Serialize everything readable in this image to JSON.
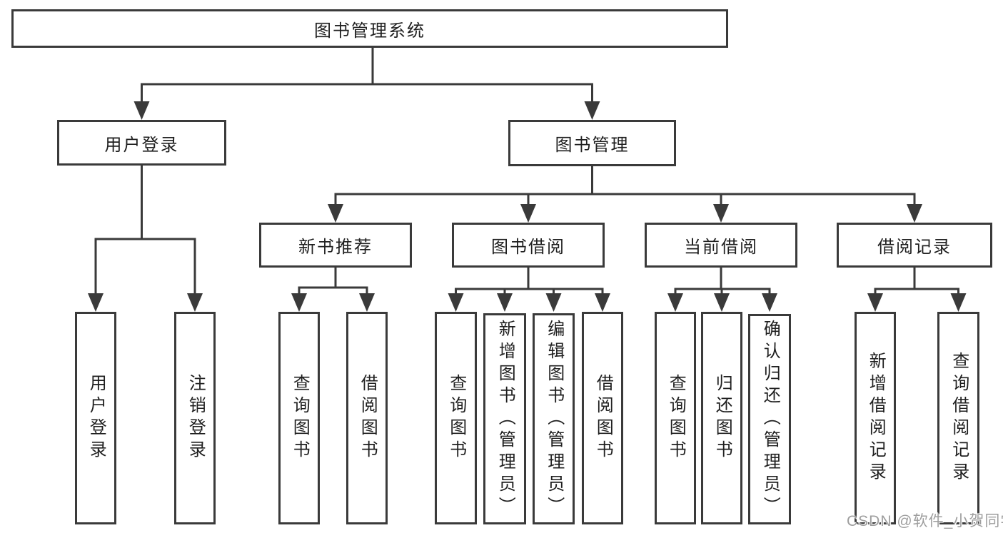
{
  "diagram": {
    "root": {
      "label": "图书管理系统"
    },
    "login": {
      "label": "用户登录",
      "leaves": [
        {
          "label": "用户登录"
        },
        {
          "label": "注销登录"
        }
      ]
    },
    "management": {
      "label": "图书管理",
      "groups": [
        {
          "label": "新书推荐",
          "leaves": [
            {
              "label": "查询图书"
            },
            {
              "label": "借阅图书"
            }
          ]
        },
        {
          "label": "图书借阅",
          "leaves": [
            {
              "label": "查询图书"
            },
            {
              "label": "新增图书（管理员）"
            },
            {
              "label": "编辑图书（管理员）"
            },
            {
              "label": "借阅图书"
            }
          ]
        },
        {
          "label": "当前借阅",
          "leaves": [
            {
              "label": "查询图书"
            },
            {
              "label": "归还图书"
            },
            {
              "label": "确认归还（管理员）"
            }
          ]
        },
        {
          "label": "借阅记录",
          "leaves": [
            {
              "label": "新增借阅记录"
            },
            {
              "label": "查询借阅记录"
            }
          ]
        }
      ]
    }
  },
  "watermark": {
    "text": "CSDN @软件_小贺同学"
  },
  "colors": {
    "line": "#3a3a3a",
    "text": "#1f1f1f",
    "watermark": "#9e9e9e",
    "background": "#ffffff"
  }
}
